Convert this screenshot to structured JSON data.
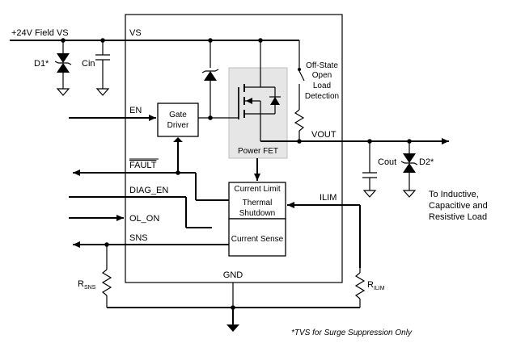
{
  "supply": {
    "label": "+24V Field VS"
  },
  "d1": {
    "label": "D1*"
  },
  "cin": {
    "label": "Cin"
  },
  "chip": {
    "vs": "VS",
    "en": "EN",
    "fault": "FAULT",
    "diag_en": "DIAG_EN",
    "ol_on": "OL_ON",
    "sns": "SNS",
    "gnd": "GND",
    "vout": "VOUT",
    "ilim": "ILIM"
  },
  "blocks": {
    "gate_driver": [
      "Gate",
      "Driver"
    ],
    "power_fet": "Power FET",
    "current_limit": "Current Limit",
    "thermal": [
      "Thermal",
      "Shutdown"
    ],
    "current_sense": "Current Sense",
    "open_load": [
      "Off-State",
      "Open",
      "Load",
      "Detection"
    ]
  },
  "output": {
    "cout": "Cout",
    "d2": "D2*",
    "load": [
      "To Inductive,",
      "Capacitive and",
      "Resistive Load"
    ]
  },
  "resistors": {
    "rsns": {
      "main": "R",
      "sub": "SNS"
    },
    "rilim": {
      "main": "R",
      "sub": "ILIM"
    }
  },
  "footnote": "*TVS for Surge Suppression Only"
}
